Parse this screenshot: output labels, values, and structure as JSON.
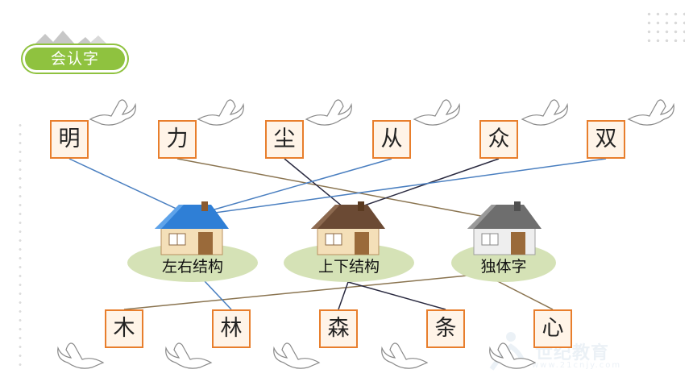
{
  "header": {
    "badge_text": "会认字"
  },
  "top_chars": [
    "明",
    "力",
    "尘",
    "从",
    "众",
    "双"
  ],
  "bottom_chars": [
    "木",
    "林",
    "森",
    "条",
    "心"
  ],
  "houses": [
    {
      "label": "左右结构",
      "roof_color": "#2f7fd6"
    },
    {
      "label": "上下结构",
      "roof_color": "#6b4a34"
    },
    {
      "label": "独体字",
      "roof_color": "#6e6e6e"
    }
  ],
  "connections": [
    {
      "from": "明",
      "to": "左右结构",
      "color": "#4a7fc0"
    },
    {
      "from": "力",
      "to": "独体字",
      "color": "#8a7450"
    },
    {
      "from": "尘",
      "to": "上下结构",
      "color": "#2a2a40"
    },
    {
      "from": "从",
      "to": "左右结构",
      "color": "#4a7fc0"
    },
    {
      "from": "众",
      "to": "上下结构",
      "color": "#2a2a40"
    },
    {
      "from": "双",
      "to": "左右结构",
      "color": "#4a7fc0"
    },
    {
      "from": "木",
      "to": "独体字",
      "color": "#8a7450"
    },
    {
      "from": "林",
      "to": "左右结构",
      "color": "#4a7fc0"
    },
    {
      "from": "森",
      "to": "上下结构",
      "color": "#2a2a40"
    },
    {
      "from": "条",
      "to": "上下结构",
      "color": "#2a2a40"
    },
    {
      "from": "心",
      "to": "独体字",
      "color": "#8a7450"
    }
  ],
  "watermark": {
    "text": "世纪教育",
    "sub": "www.21cnjy.com"
  }
}
